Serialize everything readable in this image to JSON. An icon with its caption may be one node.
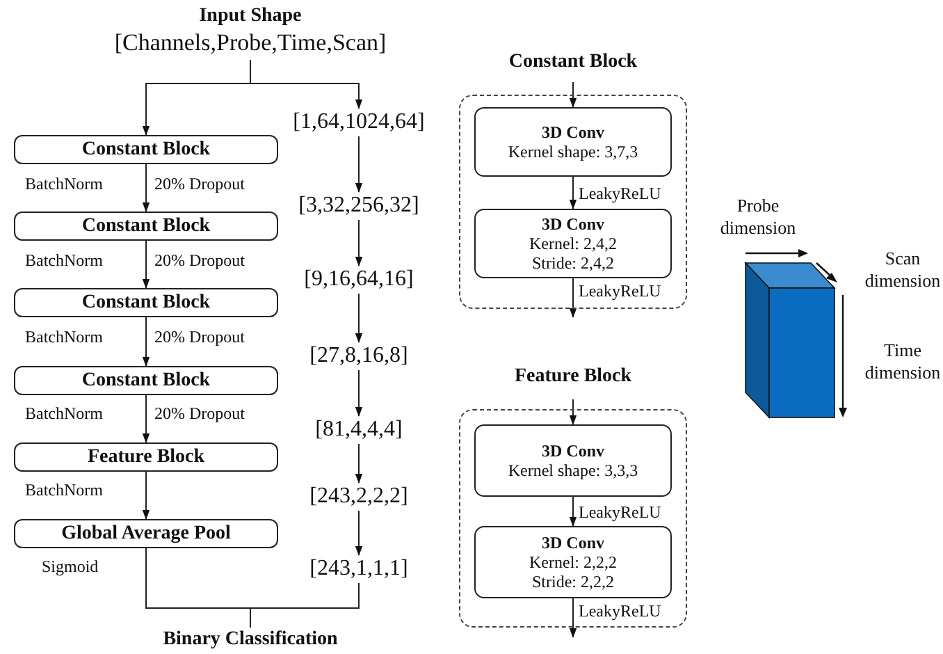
{
  "diagram": {
    "nodes": [
      {
        "text": [
          "Input Shape",
          "[Channels,Probe,Time,Scan]"
        ]
      },
      {
        "text": [
          "Constant Block"
        ]
      },
      {
        "text": [
          "Constant Block"
        ]
      },
      {
        "text": [
          "Constant Block"
        ]
      },
      {
        "text": [
          "Constant Block"
        ]
      },
      {
        "text": [
          "Feature Block"
        ]
      },
      {
        "text": [
          "Global Average Pool"
        ]
      },
      {
        "text": [
          "[1,64,1024,64]"
        ]
      },
      {
        "text": [
          "[3,32,256,32]"
        ]
      },
      {
        "text": [
          "[9,16,64,16]"
        ]
      },
      {
        "text": [
          "[27,8,16,8]"
        ]
      },
      {
        "text": [
          "[81,4,4,4]"
        ]
      },
      {
        "text": [
          "[243,2,2,2]"
        ]
      },
      {
        "text": [
          "[243,1,1,1]"
        ]
      },
      {
        "text": [
          "Binary Classification"
        ]
      },
      {
        "text": [
          "Constant Block"
        ]
      },
      {
        "text": [
          "3D Conv",
          "Kernel shape: 3,7,3"
        ],
        "in": 15
      },
      {
        "text": [
          "3D Conv",
          "Kernel: 2,4,2",
          "Stride: 2,4,2"
        ],
        "in": 15
      },
      {
        "text": [
          "Feature Block"
        ]
      },
      {
        "text": [
          "3D Conv",
          "Kernel shape: 3,3,3"
        ],
        "in": 18
      },
      {
        "text": [
          "3D Conv",
          "Kernel: 2,2,2",
          "Stride: 2,2,2"
        ],
        "in": 18
      }
    ],
    "edges": [
      {
        "from": 0,
        "to": 1,
        "arrow": "to"
      },
      {
        "from": 0,
        "to": 7,
        "arrow": "to"
      },
      {
        "from": 1,
        "to": 2,
        "arrow": "to"
      },
      {
        "from": 2,
        "to": 3,
        "arrow": "to"
      },
      {
        "from": 3,
        "to": 4,
        "arrow": "to"
      },
      {
        "from": 4,
        "to": 5,
        "arrow": "to"
      },
      {
        "from": 5,
        "to": 6,
        "arrow": "to"
      },
      {
        "from": 7,
        "to": 8,
        "arrow": "to"
      },
      {
        "from": 8,
        "to": 9,
        "arrow": "to"
      },
      {
        "from": 9,
        "to": 10,
        "arrow": "to"
      },
      {
        "from": 10,
        "to": 11,
        "arrow": "to"
      },
      {
        "from": 11,
        "to": 12,
        "arrow": "to"
      },
      {
        "from": 12,
        "to": 13,
        "arrow": "to"
      },
      {
        "from": 6,
        "to": 14,
        "arrow": "none"
      },
      {
        "from": 13,
        "to": 14,
        "arrow": "none"
      },
      {
        "from": null,
        "to": 16,
        "arrow": "to"
      },
      {
        "from": 16,
        "to": 17,
        "label": "LeakyReLU",
        "arrow": "to"
      },
      {
        "from": 17,
        "to": null,
        "label": "LeakyReLU",
        "arrow": "to"
      },
      {
        "from": null,
        "to": 19,
        "arrow": "to"
      },
      {
        "from": 19,
        "to": 20,
        "label": "LeakyReLU",
        "arrow": "to"
      },
      {
        "from": 20,
        "to": null,
        "label": "LeakyReLU",
        "arrow": "to"
      }
    ],
    "labels": [
      "BatchNorm",
      "20% Dropout",
      "BatchNorm",
      "20% Dropout",
      "BatchNorm",
      "20% Dropout",
      "BatchNorm",
      "20% Dropout",
      "BatchNorm",
      "Sigmoid",
      "Probe dimension",
      "Scan dimension",
      "Time dimension"
    ]
  }
}
